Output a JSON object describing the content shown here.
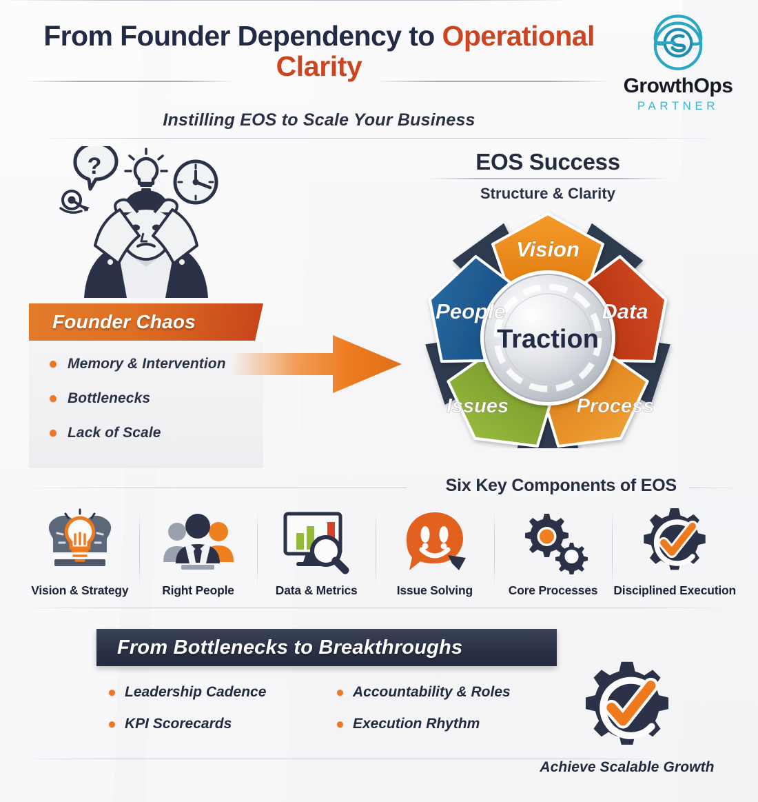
{
  "header": {
    "title_part1": "From Founder Dependency to ",
    "title_accent": "Operational",
    "title_line2": "Clarity",
    "subtitle": "Instilling EOS to Scale Your Business"
  },
  "logo": {
    "mark": "growthops-circle-icon",
    "name": "GrowthOps",
    "tagline": "PARTNER",
    "mark_color": "#2aa7c4",
    "name_color": "#151a24",
    "tagline_color": "#35b6d4"
  },
  "chaos": {
    "illustration": "stressed-founder-illustration",
    "banner_label": "Founder Chaos",
    "banner_color": "#d9601f",
    "items": [
      {
        "label": "Memory & Intervention"
      },
      {
        "label": "Bottlenecks"
      },
      {
        "label": "Lack of Scale"
      }
    ],
    "bullet_color": "#ef7722"
  },
  "arrow": {
    "name": "transition-arrow",
    "color": "#ef7e22"
  },
  "eos": {
    "title": "EOS Success",
    "subtitle": "Structure & Clarity",
    "center_label": "Traction",
    "segments": [
      {
        "label": "Vision",
        "color": "#ee8b1f"
      },
      {
        "label": "Data",
        "color": "#c63f1c"
      },
      {
        "label": "Process",
        "color": "#e8922c"
      },
      {
        "label": "Issues",
        "color": "#8aad36"
      },
      {
        "label": "People",
        "color": "#1f5e96"
      }
    ],
    "wedge_color": "#2f3a50",
    "center_color": "#d5d7dc"
  },
  "six_components": {
    "heading": "Six Key Components of EOS",
    "items": [
      {
        "label": "Vision & Strategy",
        "icon": "lightbulb-head-icon"
      },
      {
        "label": "Right People",
        "icon": "team-people-icon"
      },
      {
        "label": "Data & Metrics",
        "icon": "chart-magnifier-icon"
      },
      {
        "label": "Issue Solving",
        "icon": "speech-bubble-face-icon"
      },
      {
        "label": "Core Processes",
        "icon": "gears-icon"
      },
      {
        "label": "Disciplined Execution",
        "icon": "gear-checkmark-icon"
      }
    ]
  },
  "bottom": {
    "banner_label": "From Bottlenecks to Breakthroughs",
    "banner_color": "#2b3247",
    "items": [
      {
        "label": "Leadership Cadence"
      },
      {
        "label": "Accountability & Roles"
      },
      {
        "label": "KPI Scorecards"
      },
      {
        "label": "Execution Rhythm"
      }
    ]
  },
  "growth": {
    "icon": "gear-checkmark-icon",
    "label": "Achieve Scalable Growth"
  }
}
